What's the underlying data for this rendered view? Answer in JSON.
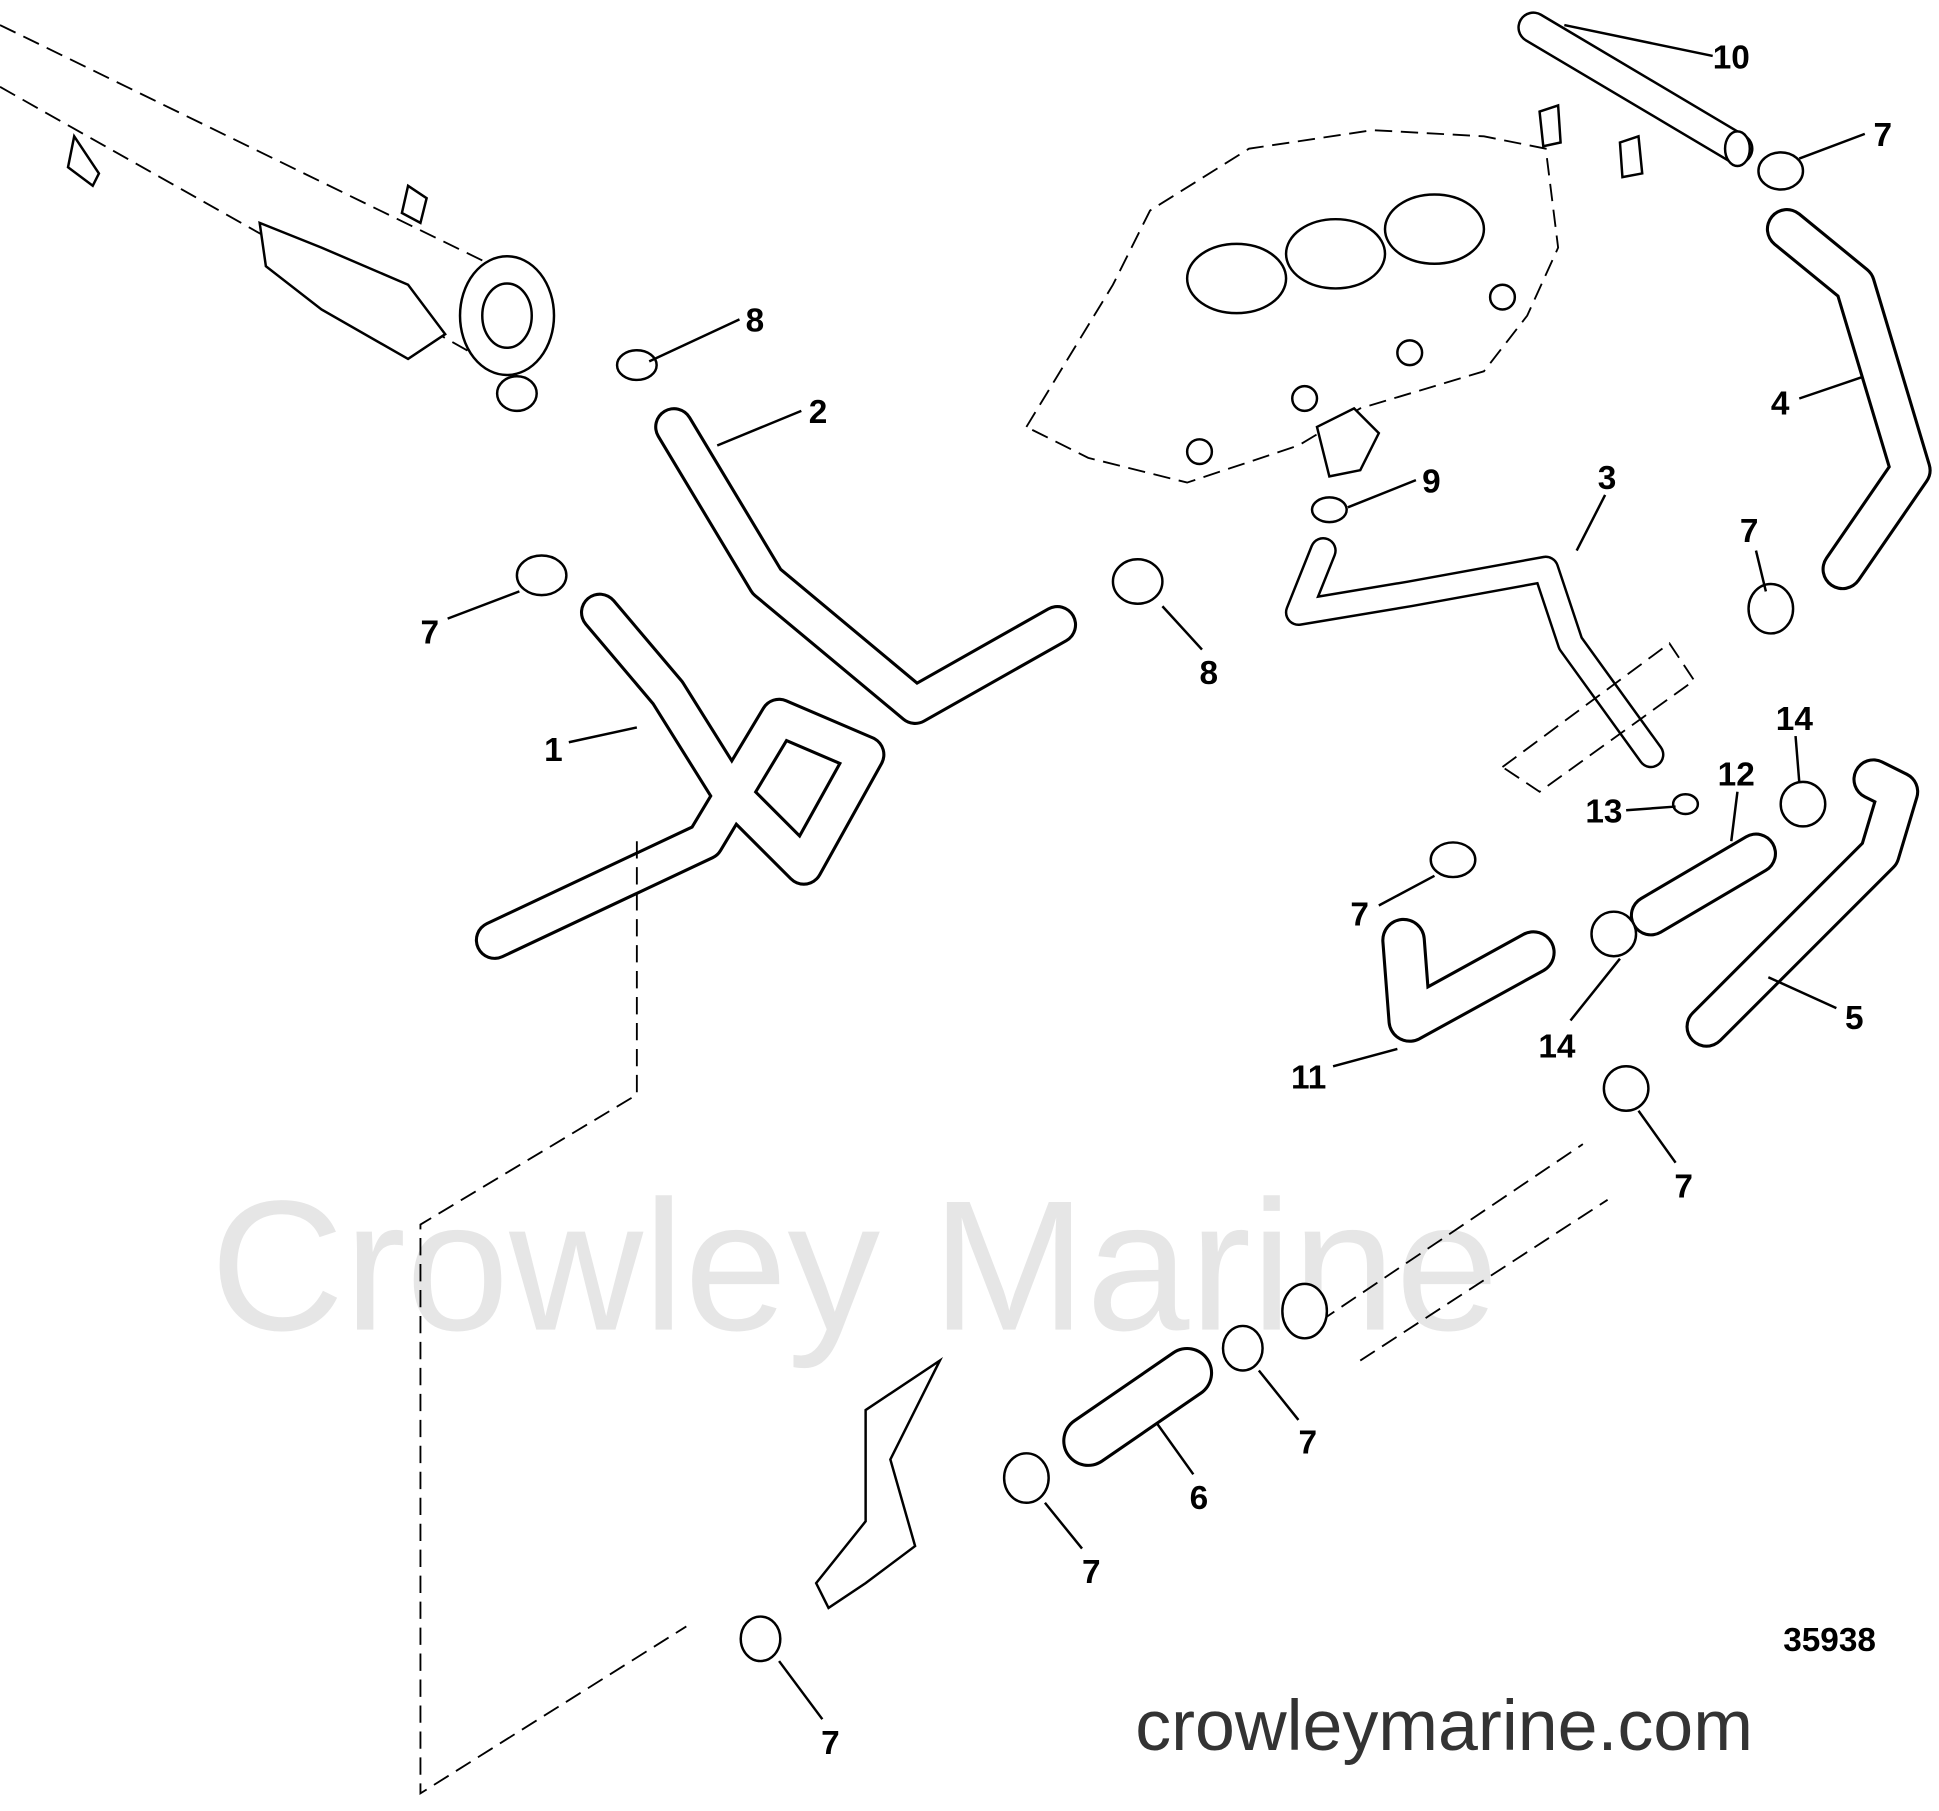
{
  "watermark": "Crowley Marine",
  "website": "crowleymarine.com",
  "figure_number": "35938",
  "callouts": [
    "10",
    "7",
    "8",
    "2",
    "4",
    "3",
    "9",
    "7",
    "7",
    "8",
    "1",
    "14",
    "12",
    "13",
    "7",
    "14",
    "5",
    "11",
    "7",
    "7",
    "6",
    "7",
    "7"
  ]
}
